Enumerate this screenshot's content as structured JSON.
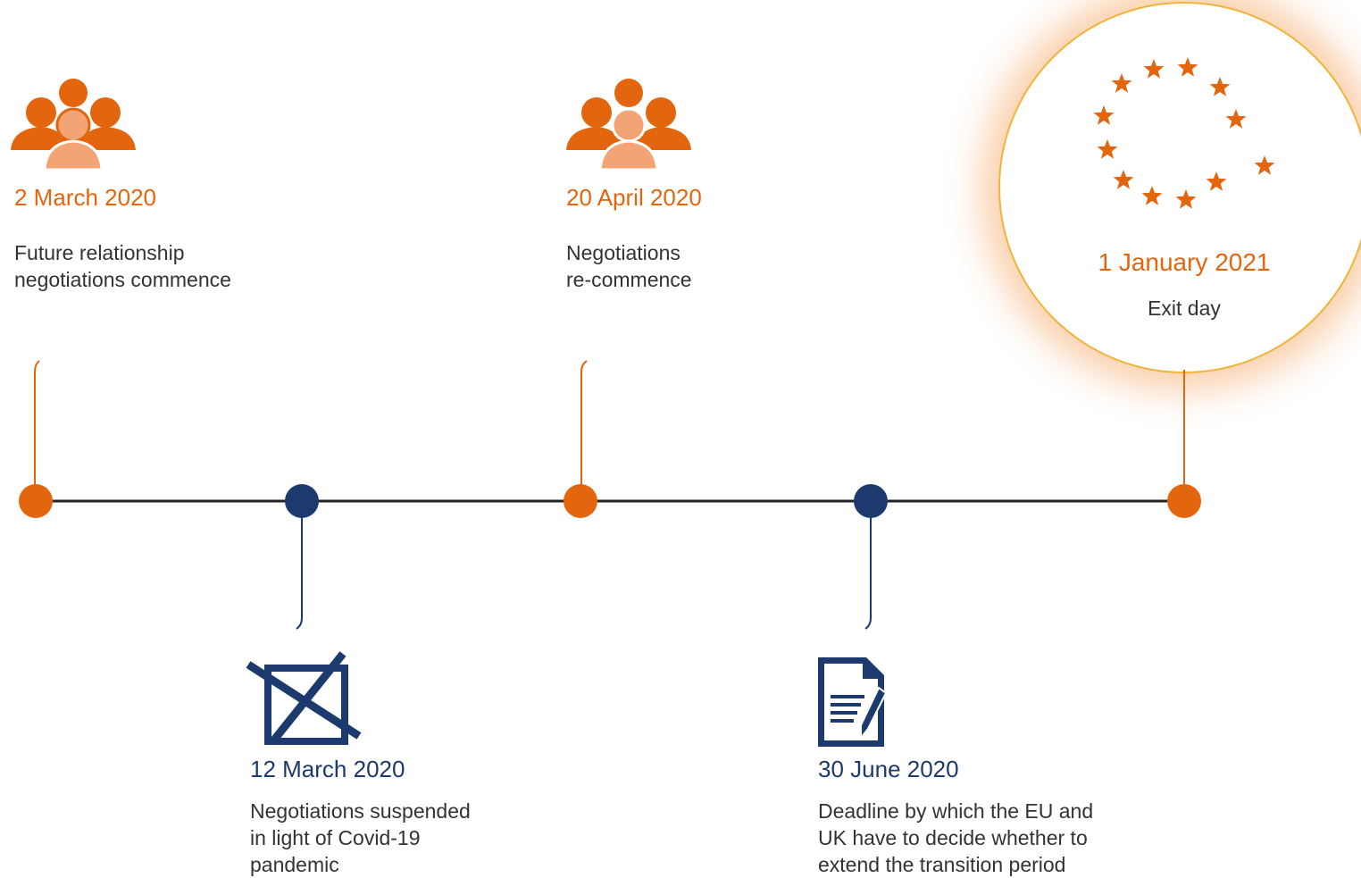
{
  "events": [
    {
      "date": "2 March 2020",
      "description_lines": [
        "Future relationship",
        "negotiations commence"
      ]
    },
    {
      "date": "12 March 2020",
      "description_lines": [
        "Negotiations suspended",
        "in light of Covid-19",
        "pandemic"
      ]
    },
    {
      "date": "20 April 2020",
      "description_lines": [
        "Negotiations",
        "re-commence"
      ]
    },
    {
      "date": "30 June 2020",
      "description_lines": [
        "Deadline by which the EU and",
        "UK have to decide whether to",
        "extend the transition period"
      ]
    },
    {
      "date": "1 January 2021",
      "description_lines": [
        "Exit day"
      ]
    }
  ],
  "icons": {
    "mar2": "people-group-icon",
    "mar12": "crossed-out-box-icon",
    "apr20": "people-group-icon",
    "jun30": "document-pen-icon",
    "jan1": "eu-stars-icon"
  },
  "colors": {
    "orange": "#e3650e",
    "light_orange": "#f2a474",
    "navy": "#1c3a6d",
    "timeline": "#222222",
    "circle_border": "#f0b43a"
  }
}
